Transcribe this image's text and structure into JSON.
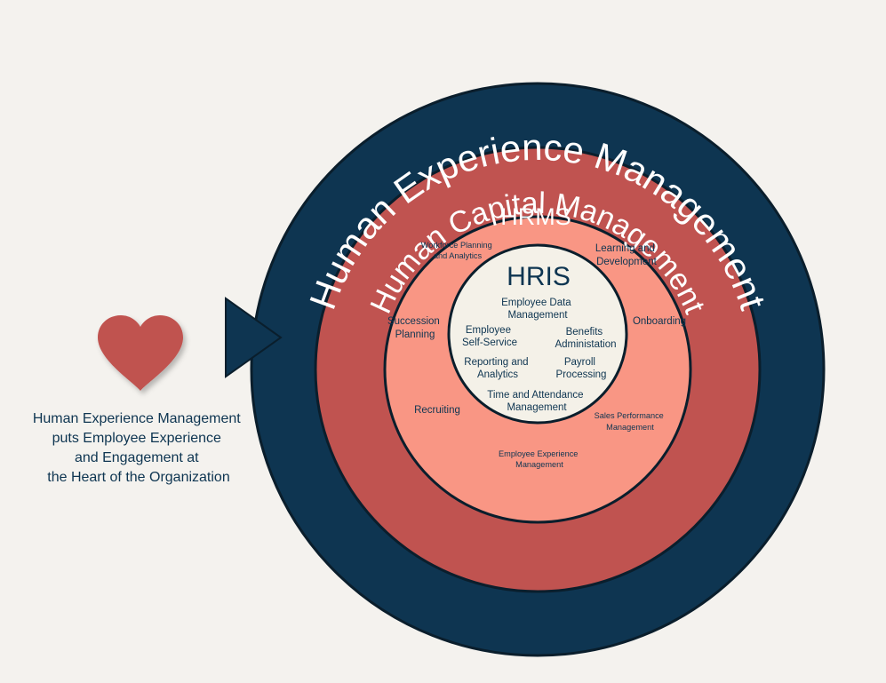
{
  "outer_ring": {
    "title": "Human Experience Management",
    "color": "#0e3551"
  },
  "middle_ring": {
    "title": "Human Capital Management",
    "color": "#c05350"
  },
  "hrms_ring": {
    "title": "HRMS",
    "color": "#f99684",
    "items": {
      "workforce_planning": [
        "Workforce Planning",
        "and Analytics"
      ],
      "learning_development": [
        "Learning and",
        "Development"
      ],
      "succession_planning": [
        "Succession",
        "Planning"
      ],
      "onboarding": [
        "Onboarding"
      ],
      "recruiting": [
        "Recruiting"
      ],
      "sales_performance": [
        "Sales Performance",
        "Management"
      ],
      "employee_experience": [
        "Employee Experience",
        "Management"
      ]
    }
  },
  "hris_core": {
    "title": "HRIS",
    "color": "#f4f1e8",
    "items": {
      "employee_data": [
        "Employee Data",
        "Management"
      ],
      "self_service": [
        "Employee",
        "Self-Service"
      ],
      "benefits": [
        "Benefits",
        "Administation"
      ],
      "reporting": [
        "Reporting and",
        "Analytics"
      ],
      "payroll": [
        "Payroll",
        "Processing"
      ],
      "time_attendance": [
        "Time and Attendance",
        "Management"
      ]
    }
  },
  "heart": {
    "icon": "heart-icon",
    "color": "#c05350"
  },
  "pointer": {
    "icon": "triangle-arrow-icon",
    "color": "#0e3551"
  },
  "caption": {
    "lines": [
      "Human Experience Management",
      "puts Employee Experience",
      "and Engagement at",
      "the Heart of the Organization"
    ]
  }
}
